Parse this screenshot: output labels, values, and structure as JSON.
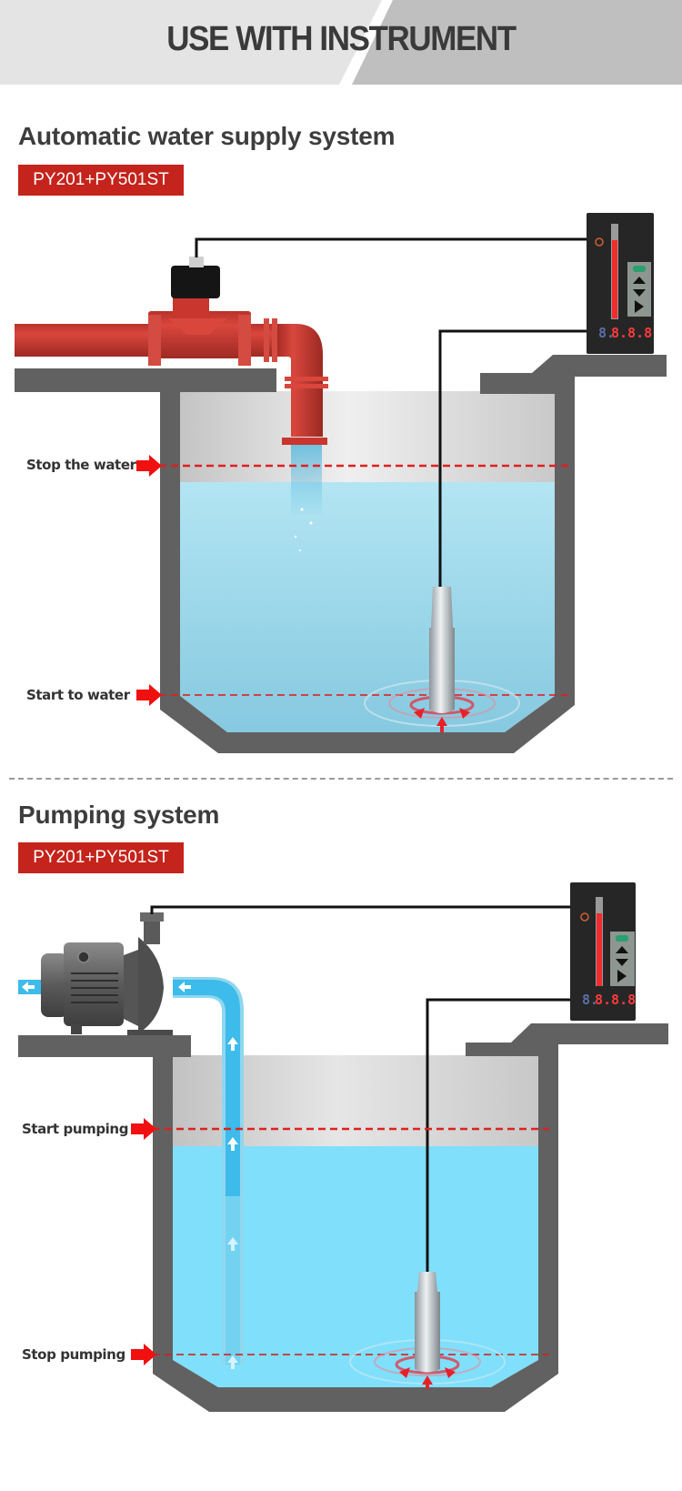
{
  "header": {
    "title": "USE WITH INSTRUMENT",
    "colors": {
      "left_panel": "#e4e4e5",
      "right_panel": "#bfbfbf",
      "text": "#3a3a3a"
    }
  },
  "sections": [
    {
      "title": "Automatic water supply system",
      "model": "PY201+PY501ST",
      "levels": [
        {
          "label": "Stop the water",
          "role": "upper-level"
        },
        {
          "label": "Start to water",
          "role": "lower-level"
        }
      ],
      "components": [
        "inlet-pipe",
        "solenoid-valve",
        "water-tank",
        "level-transmitter-probe",
        "bar-graph-controller"
      ],
      "controller_display": "8.8.8.8"
    },
    {
      "title": "Pumping system",
      "model": "PY201+PY501ST",
      "levels": [
        {
          "label": "Start pumping",
          "role": "upper-level"
        },
        {
          "label": "Stop pumping",
          "role": "lower-level"
        }
      ],
      "components": [
        "centrifugal-pump",
        "suction-pipe",
        "water-tank",
        "level-transmitter-probe",
        "bar-graph-controller"
      ],
      "controller_display": "8.8.8.8"
    }
  ],
  "colors": {
    "tag_red": "#c4241c",
    "wall_gray": "#616161",
    "pipe_red": "#c8362e",
    "water_blue_1": "#a9dcec",
    "water_blue_2": "#7fd9f5",
    "pump_pipe_blue": "#3dbbea",
    "level_line_red": "#e02020"
  }
}
